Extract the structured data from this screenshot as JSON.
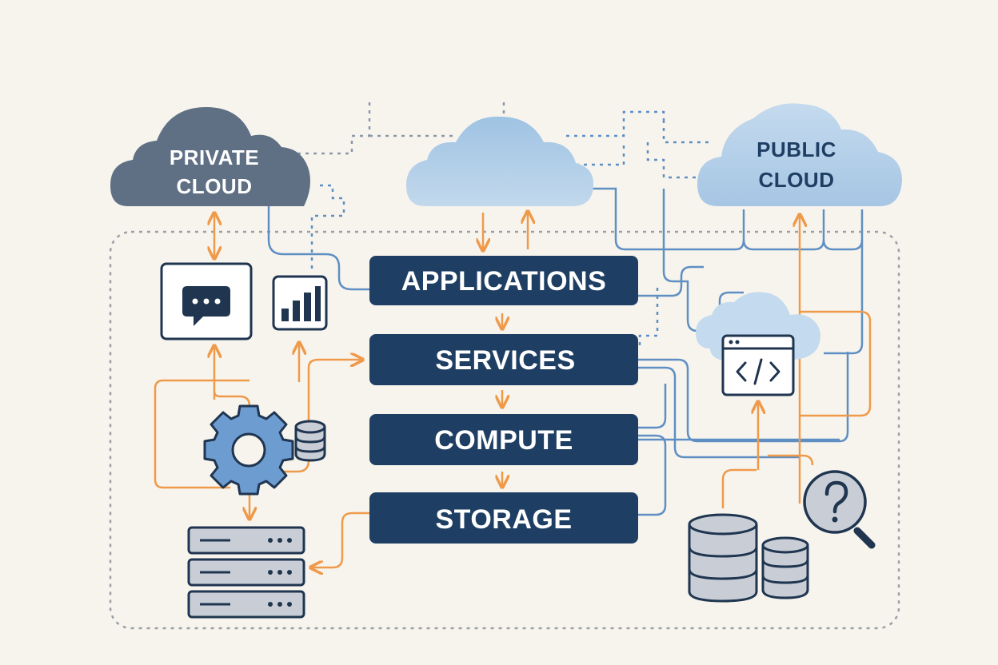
{
  "clouds": {
    "private": {
      "line1": "PRIVATE",
      "line2": "CLOUD"
    },
    "public": {
      "line1": "PUBLIC",
      "line2": "CLOUD"
    }
  },
  "layers": {
    "applications": "APPLICATIONS",
    "services": "SERVICES",
    "compute": "COMPUTE",
    "storage": "STORAGE"
  },
  "colors": {
    "background": "#f7f4ee",
    "layer_fill": "#1e3f63",
    "layer_text": "#ffffff",
    "private_cloud": "#5f7085",
    "middle_cloud": "#a9c9e4",
    "public_cloud": "#a9c9e4",
    "public_cloud_text": "#1e3f63",
    "arrow_orange": "#ef9a4a",
    "line_blue": "#5f8fc2",
    "dotted_gray": "#9aa0a6",
    "icon_stroke": "#1f3550",
    "icon_gear_fill": "#6d9cd0",
    "icon_db_fill": "#c9ced6"
  },
  "icons": {
    "chat": "chat-bubble-icon",
    "bar_chart": "bar-chart-icon",
    "gear": "gear-icon",
    "small_database": "database-icon",
    "server_rack": "server-rack-icon",
    "code_window": "code-window-icon",
    "large_database": "database-stack-icon",
    "search_help": "search-question-icon"
  }
}
